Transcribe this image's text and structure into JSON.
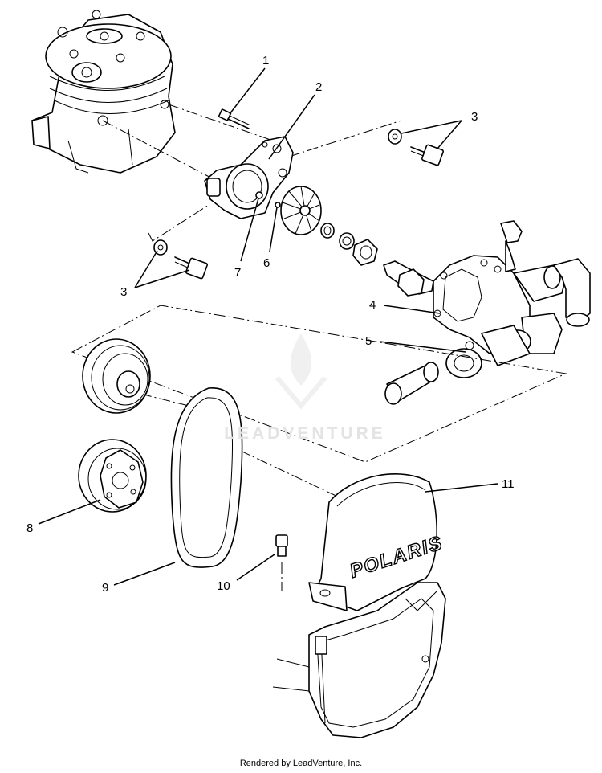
{
  "diagram": {
    "callouts": {
      "c1": "1",
      "c2": "2",
      "c3a": "3",
      "c3b": "3",
      "c4": "4",
      "c5": "5",
      "c6": "6",
      "c7": "7",
      "c8": "8",
      "c9": "9",
      "c10": "10",
      "c11": "11"
    },
    "cover_logo": "POLARIS"
  },
  "watermark": "LEADVENTURE",
  "footer": "Rendered by LeadVenture, Inc."
}
